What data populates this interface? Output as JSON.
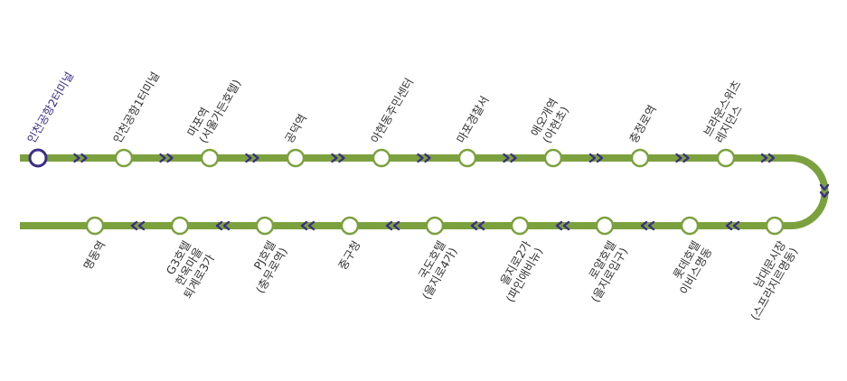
{
  "colors": {
    "line": "#7ba13e",
    "current": "#3a2d86",
    "chevron": "#3a2d86",
    "station_fill": "#ffffff",
    "label_text": "#333333"
  },
  "route": {
    "outbound_stops": [
      {
        "lines": [
          "인천공항2터미널"
        ],
        "current": true
      },
      {
        "lines": [
          "인천공항1터미널"
        ]
      },
      {
        "lines": [
          "마포역",
          "(서울가든호텔)"
        ]
      },
      {
        "lines": [
          "공덕역"
        ]
      },
      {
        "lines": [
          "아현동주민센터"
        ]
      },
      {
        "lines": [
          "마포경찰서"
        ]
      },
      {
        "lines": [
          "애오개역",
          "(아현초)"
        ]
      },
      {
        "lines": [
          "충정로역"
        ]
      },
      {
        "lines": [
          "브라운스위츠",
          "레지던스"
        ]
      }
    ],
    "return_stops": [
      {
        "lines": [
          "명동역"
        ]
      },
      {
        "lines": [
          "G3호텔",
          "한옥마을",
          "퇴계로3가"
        ]
      },
      {
        "lines": [
          "PJ호텔",
          "(충무로역)"
        ]
      },
      {
        "lines": [
          "중구청"
        ]
      },
      {
        "lines": [
          "국도호텔",
          "(을지로4가)"
        ]
      },
      {
        "lines": [
          "을지로2가",
          "(파인애비뉴)"
        ]
      },
      {
        "lines": [
          "로얄호텔",
          "(을지로입구)"
        ]
      },
      {
        "lines": [
          "롯데호텔",
          "이비스명동"
        ]
      },
      {
        "lines": [
          "남대문시장",
          "(스프라지르명동)"
        ]
      }
    ]
  }
}
